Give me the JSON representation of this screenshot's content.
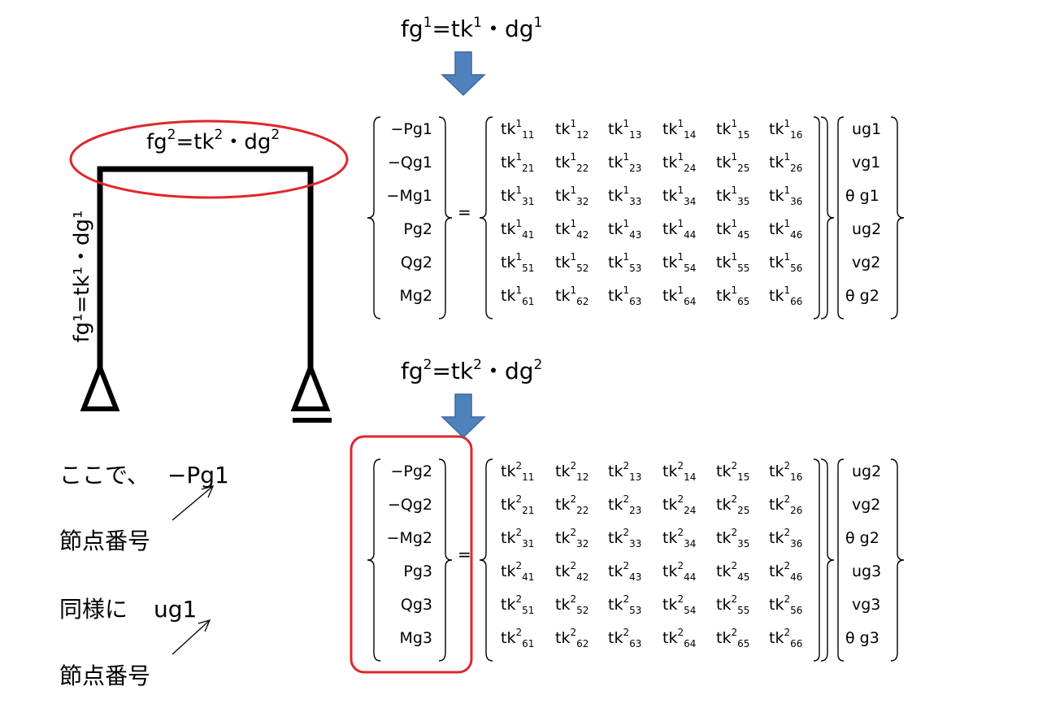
{
  "titles": {
    "eq1": {
      "base1": "fg",
      "sup1": "1",
      "mid": "=tk",
      "sup2": "1",
      "dot": "・dg",
      "sup3": "1"
    },
    "eq2": {
      "base1": "fg",
      "sup1": "2",
      "mid": "=tk",
      "sup2": "2",
      "dot": "・dg",
      "sup3": "2"
    }
  },
  "frame": {
    "beam_label": {
      "base1": "fg",
      "sup1": "2",
      "mid": "=tk",
      "sup2": "2",
      "dot": "・dg",
      "sup3": "2"
    },
    "column_label": "fg¹=tk¹・dg¹"
  },
  "notes": {
    "line1_prefix": "ここで、",
    "line1_term": "−Pg1",
    "line2": "節点番号",
    "line3_prefix": "同様に",
    "line3_term": "ug1",
    "line4": "節点番号"
  },
  "matrix1": {
    "left_vector": [
      "−Pg1",
      "−Qg1",
      "−Mg1",
      "Pg2",
      "Qg2",
      "Mg2"
    ],
    "right_vector": [
      "ug1",
      "vg1",
      "θ g1",
      "ug2",
      "vg2",
      "θ g2"
    ],
    "sup": "1",
    "equals": "="
  },
  "matrix2": {
    "left_vector": [
      "−Pg2",
      "−Qg2",
      "−Mg2",
      "Pg3",
      "Qg3",
      "Mg3"
    ],
    "right_vector": [
      "ug2",
      "vg2",
      "θ g2",
      "ug3",
      "vg3",
      "θ g3"
    ],
    "sup": "2",
    "equals": "="
  },
  "colors": {
    "highlight": "#e0262b",
    "arrow": "#4f81bd",
    "arrow_edge": "#3a6a9e"
  }
}
